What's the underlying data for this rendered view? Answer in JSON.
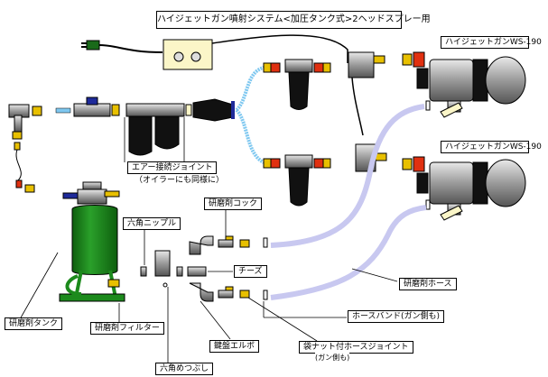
{
  "title": "ハイジェットガン噴射システム<加圧タンク式>2ヘッドスプレー用",
  "labels": {
    "gun_top": "ハイジェットガンWS-190",
    "gun_bottom": "ハイジェットガンWS-190",
    "air_joint": "エアー接続ジョイント",
    "air_joint_note": "（オイラーにも同様に）",
    "abrasive_cock": "研磨剤コック",
    "hex_nipple": "六角ニップル",
    "cheese": "チーズ",
    "abrasive_hose": "研磨剤ホース",
    "hose_band": "ホースバンド(ガン側も)",
    "abrasive_tank": "研磨剤タンク",
    "abrasive_filter": "研磨剤フィルター",
    "street_elbow": "鍵盤エルボ",
    "nut_hose_joint": "袋ナット付ホースジョイント",
    "nut_hose_joint_note": "(ガン側も)",
    "hex_cap": "六角めつぶし"
  },
  "colors": {
    "tank_green": "#1c8a1c",
    "fitting_yellow": "#e8c000",
    "fitting_red": "#e03010",
    "air_hose_blue": "#7fc8f0",
    "abrasive_hose_lavender": "#c8c8f0",
    "gun_grey": "#9a9a9a",
    "filter_black": "#111111",
    "coupler_blue": "#1e2a9a"
  }
}
